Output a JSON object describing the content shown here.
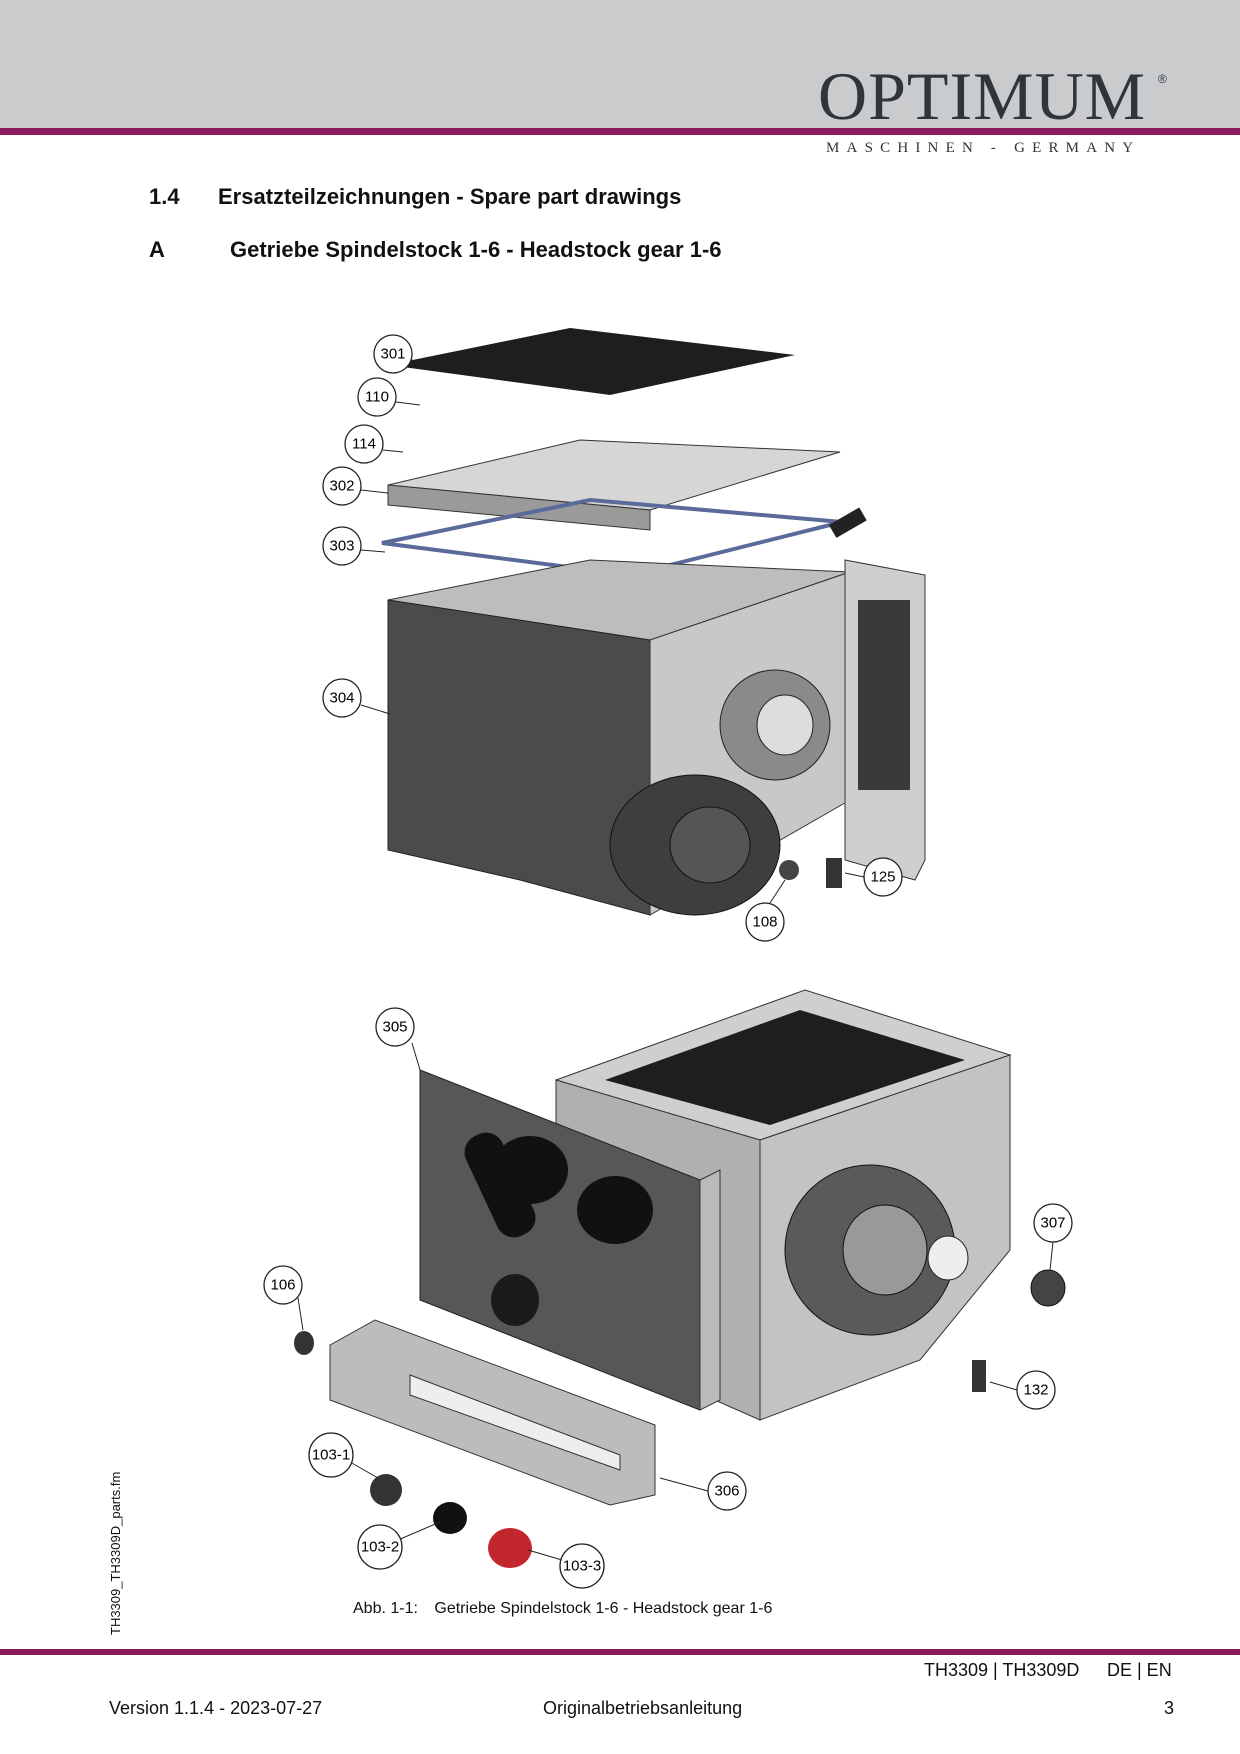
{
  "header": {
    "logo": "OPTIMUM",
    "registered": "®",
    "tagline": "MASCHINEN - GERMANY"
  },
  "section": {
    "number": "1.4",
    "title": "Ersatzteilzeichnungen - Spare part drawings"
  },
  "subsection": {
    "letter": "A",
    "title": "Getriebe Spindelstock 1-6 - Headstock gear 1-6"
  },
  "drawing": {
    "top_callouts": [
      "301",
      "110",
      "114",
      "302",
      "303",
      "304",
      "125",
      "108"
    ],
    "bottom_callouts": [
      "305",
      "307",
      "106",
      "132",
      "103-1",
      "306",
      "103-2",
      "103-3"
    ],
    "caption_label": "Abb. 1-1:",
    "caption_text": "Getriebe Spindelstock 1-6 - Headstock gear 1-6"
  },
  "side_text": "TH3309_TH3309D_parts.fm",
  "footer": {
    "models": "TH3309 | TH3309D",
    "languages": "DE | EN",
    "version": "Version 1.1.4 - 2023-07-27",
    "doc_type": "Originalbetriebsanleitung",
    "page": "3"
  }
}
